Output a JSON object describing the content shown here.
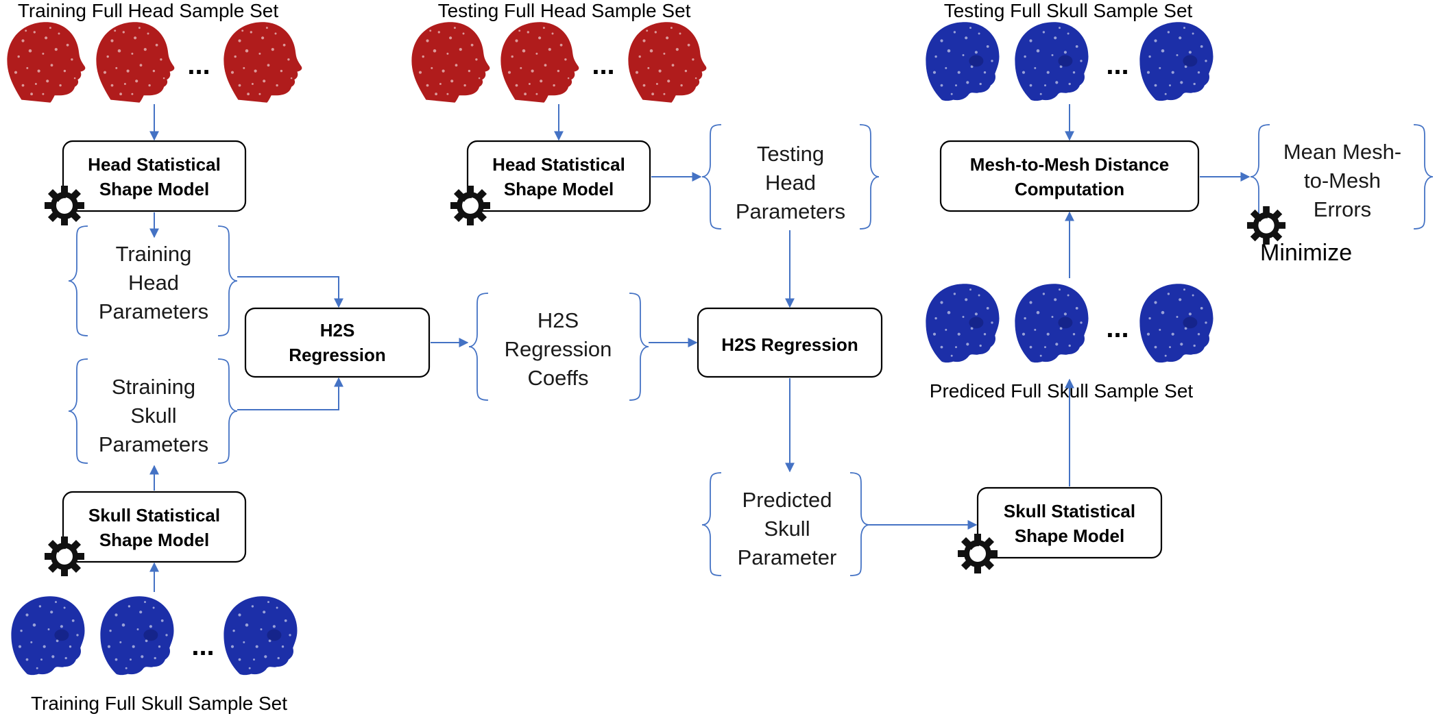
{
  "colors": {
    "head_points": "#b01c1c",
    "skull_points": "#1c2fa8",
    "arrow": "#4472c4",
    "box_border": "#000000",
    "gear": "#111111"
  },
  "sample_sets": {
    "training_head": {
      "caption": "Training Full Head Sample Set",
      "ellipsis": "..."
    },
    "testing_head": {
      "caption": "Testing Full Head Sample Set",
      "ellipsis": "..."
    },
    "testing_skull": {
      "caption": "Testing Full Skull Sample Set",
      "ellipsis": "..."
    },
    "predicted_skull": {
      "caption": "Prediced Full Skull Sample Set",
      "ellipsis": "..."
    },
    "training_skull": {
      "caption": "Training Full Skull Sample Set",
      "ellipsis": "..."
    }
  },
  "boxes": {
    "head_ssm_train": {
      "line1": "Head Statistical",
      "line2": "Shape Model"
    },
    "head_ssm_test": {
      "line1": "Head Statistical",
      "line2": "Shape Model"
    },
    "mesh_distance": {
      "line1": "Mesh-to-Mesh Distance",
      "line2": "Computation"
    },
    "h2s_train": {
      "line1": "H2S",
      "line2": "Regression"
    },
    "h2s_apply": {
      "line1": "H2S Regression"
    },
    "skull_ssm_train": {
      "line1": "Skull Statistical",
      "line2": "Shape Model"
    },
    "skull_ssm_test": {
      "line1": "Skull Statistical",
      "line2": "Shape Model"
    }
  },
  "parameters": {
    "training_head": [
      "Training",
      "Head",
      "Parameters"
    ],
    "straining_skull": [
      "Straining",
      "Skull",
      "Parameters"
    ],
    "h2s_coeffs": [
      "H2S",
      "Regression",
      "Coeffs"
    ],
    "testing_head": [
      "Testing",
      "Head",
      "Parameters"
    ],
    "predicted_skull": [
      "Predicted",
      "Skull",
      "Parameter"
    ],
    "mean_errors": [
      "Mean Mesh-",
      "to-Mesh",
      "Errors"
    ]
  },
  "minimize_label": "Minimize",
  "icons": {
    "gear": "gear-icon",
    "head": "head-point-cloud-icon",
    "skull": "skull-point-cloud-icon"
  }
}
